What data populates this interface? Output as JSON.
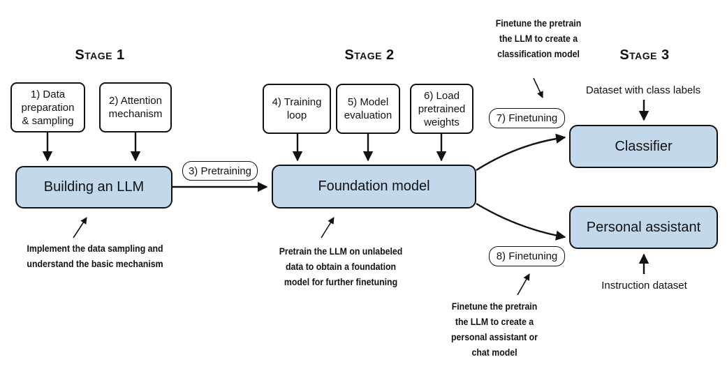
{
  "stages": {
    "stage1": "Stage 1",
    "stage2": "Stage 2",
    "stage3": "Stage 3"
  },
  "inputs": {
    "data_prep": "1) Data\npreparation\n& sampling",
    "attention": "2) Attention\nmechanism",
    "training_loop": "4) Training\nloop",
    "model_eval": "5) Model\nevaluation",
    "load_weights": "6) Load\npretrained\nweights"
  },
  "nodes": {
    "building": "Building an LLM",
    "foundation": "Foundation model",
    "classifier": "Classifier",
    "assistant": "Personal assistant"
  },
  "steps": {
    "pretraining": "3) Pretraining",
    "finetuning7": "7) Finetuning",
    "finetuning8": "8) Finetuning"
  },
  "notes": {
    "implement": "Implement the data sampling and\nunderstand the basic mechanism",
    "pretrain": "Pretrain the LLM on unlabeled\ndata to obtain a foundation\nmodel for further finetuning",
    "finetune_classifier": "Finetune the pretrain\nthe LLM to create a\nclassification model",
    "finetune_assistant": "Finetune the pretrain\nthe LLM to create a\npersonal assistant or\nchat model"
  },
  "datasets": {
    "class_labels": "Dataset with class labels",
    "instruction": "Instruction dataset"
  },
  "colors": {
    "node_fill": "#c4d8ec",
    "stroke": "#111111"
  }
}
